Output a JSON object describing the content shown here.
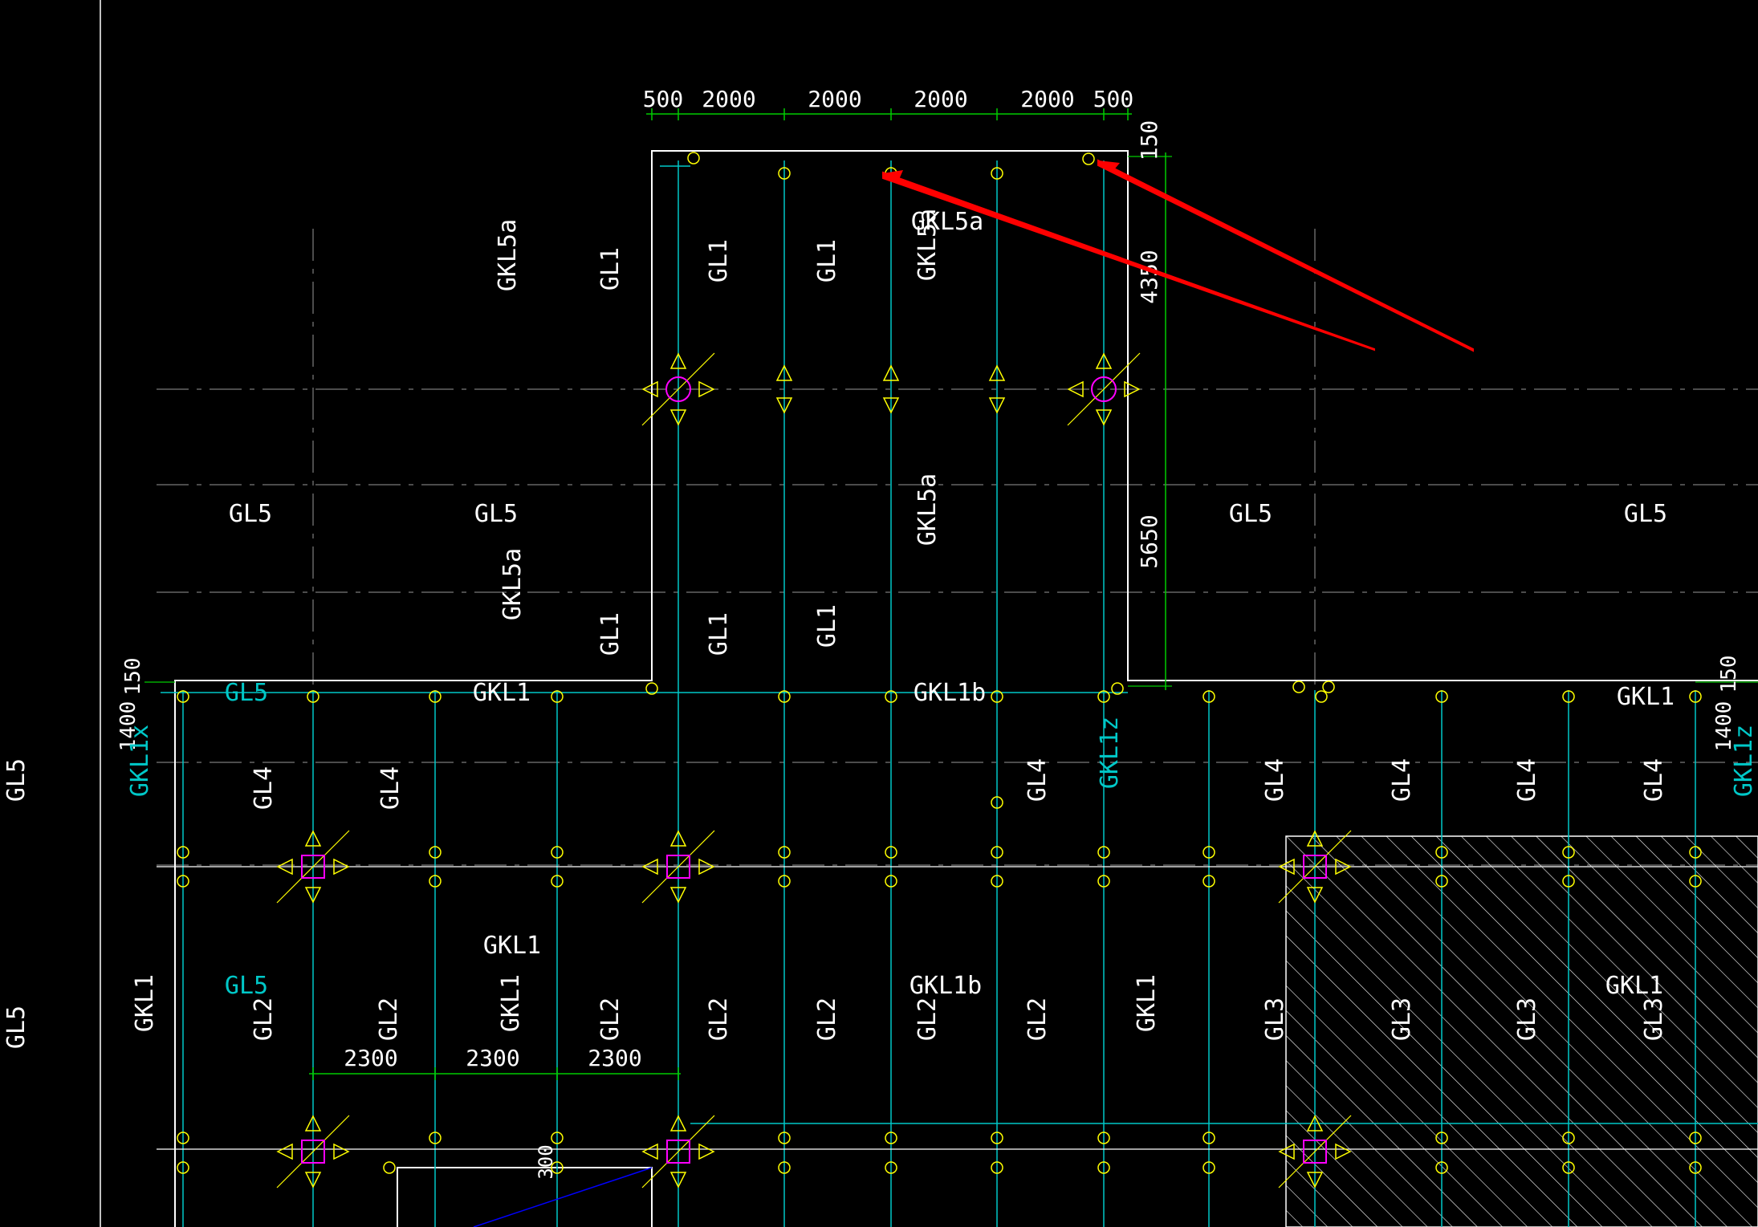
{
  "colors": {
    "background": "#000000",
    "wall": "#ffffff",
    "beam": "#00c8c8",
    "dimension": "#00cc00",
    "text": "#ffffff",
    "text_cyan": "#00c8c8",
    "column_marker": "#ff00ff",
    "support_marker": "#ffff00",
    "hatch": "#ffffff",
    "grid": "#cccccc",
    "annotation_arrow": "#ff0000",
    "blue_line": "#0000ff"
  },
  "dimensions": {
    "top": [
      "500",
      "2000",
      "2000",
      "2000",
      "2000",
      "500"
    ],
    "right_upper": [
      "150",
      "4350",
      "5650"
    ],
    "left_mid": [
      "150",
      "1400"
    ],
    "right_mid": [
      "150",
      "1400"
    ],
    "bottom": [
      "2300",
      "2300",
      "2300"
    ],
    "vertical_small": "300"
  },
  "beam_labels": {
    "gkl5a": "GKL5a",
    "gkl1": "GKL1",
    "gkl1b": "GKL1b",
    "gkl1x": "GKL1x",
    "gkl1z": "GKL1z",
    "gl1": "GL1",
    "gl2": "GL2",
    "gl3": "GL3",
    "gl4": "GL4",
    "gl5": "GL5"
  },
  "icons": {
    "column": "column-square-icon",
    "circle_column": "column-circle-icon",
    "support": "support-triangle-icon",
    "arrow": "red-arrow-icon"
  }
}
